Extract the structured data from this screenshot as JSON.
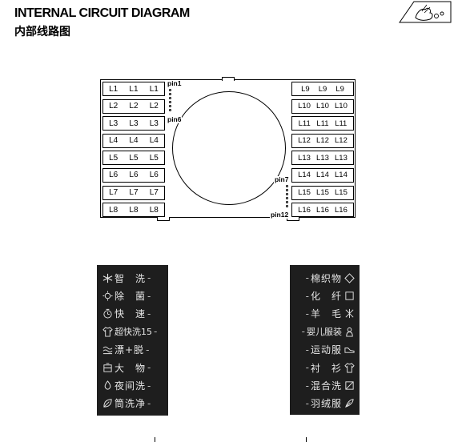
{
  "header": {
    "title_en": "INTERNAL CIRCUIT DIAGRAM",
    "title_cn": "内部线路图"
  },
  "diagram": {
    "left_rows": [
      [
        "L1",
        "L1",
        "L1"
      ],
      [
        "L2",
        "L2",
        "L2"
      ],
      [
        "L3",
        "L3",
        "L3"
      ],
      [
        "L4",
        "L4",
        "L4"
      ],
      [
        "L5",
        "L5",
        "L5"
      ],
      [
        "L6",
        "L6",
        "L6"
      ],
      [
        "L7",
        "L7",
        "L7"
      ],
      [
        "L8",
        "L8",
        "L8"
      ]
    ],
    "right_rows": [
      [
        "L9",
        "L9",
        "L9"
      ],
      [
        "L10",
        "L10",
        "L10"
      ],
      [
        "L11",
        "L11",
        "L11"
      ],
      [
        "L12",
        "L12",
        "L12"
      ],
      [
        "L13",
        "L13",
        "L13"
      ],
      [
        "L14",
        "L14",
        "L14"
      ],
      [
        "L15",
        "L15",
        "L15"
      ],
      [
        "L16",
        "L16",
        "L16"
      ]
    ],
    "pins": {
      "pin1": "pin1",
      "pin6": "pin6",
      "pin7": "pin7",
      "pin12": "pin12"
    }
  },
  "panel_left": [
    {
      "icon": "snowflake-icon",
      "label": "智　洗"
    },
    {
      "icon": "sun-icon",
      "label": "除　菌"
    },
    {
      "icon": "clock-icon",
      "label": "快　速"
    },
    {
      "icon": "shirt-icon",
      "label": "超快洗15"
    },
    {
      "icon": "water-icon",
      "label": "漂+脱"
    },
    {
      "icon": "bucket-icon",
      "label": "大　物"
    },
    {
      "icon": "drop-icon",
      "label": "夜间洗"
    },
    {
      "icon": "leaf-icon",
      "label": "筒洗净"
    }
  ],
  "panel_right": [
    {
      "icon": "diamond-icon",
      "label": "棉织物"
    },
    {
      "icon": "square-icon",
      "label": "化　纤"
    },
    {
      "icon": "wool-icon",
      "label": "羊　毛"
    },
    {
      "icon": "baby-icon",
      "label": "婴儿服装"
    },
    {
      "icon": "shoe-icon",
      "label": "运动服"
    },
    {
      "icon": "shirt-icon",
      "label": "衬　衫"
    },
    {
      "icon": "mix-icon",
      "label": "混合洗"
    },
    {
      "icon": "feather-icon",
      "label": "羽绒服"
    }
  ]
}
